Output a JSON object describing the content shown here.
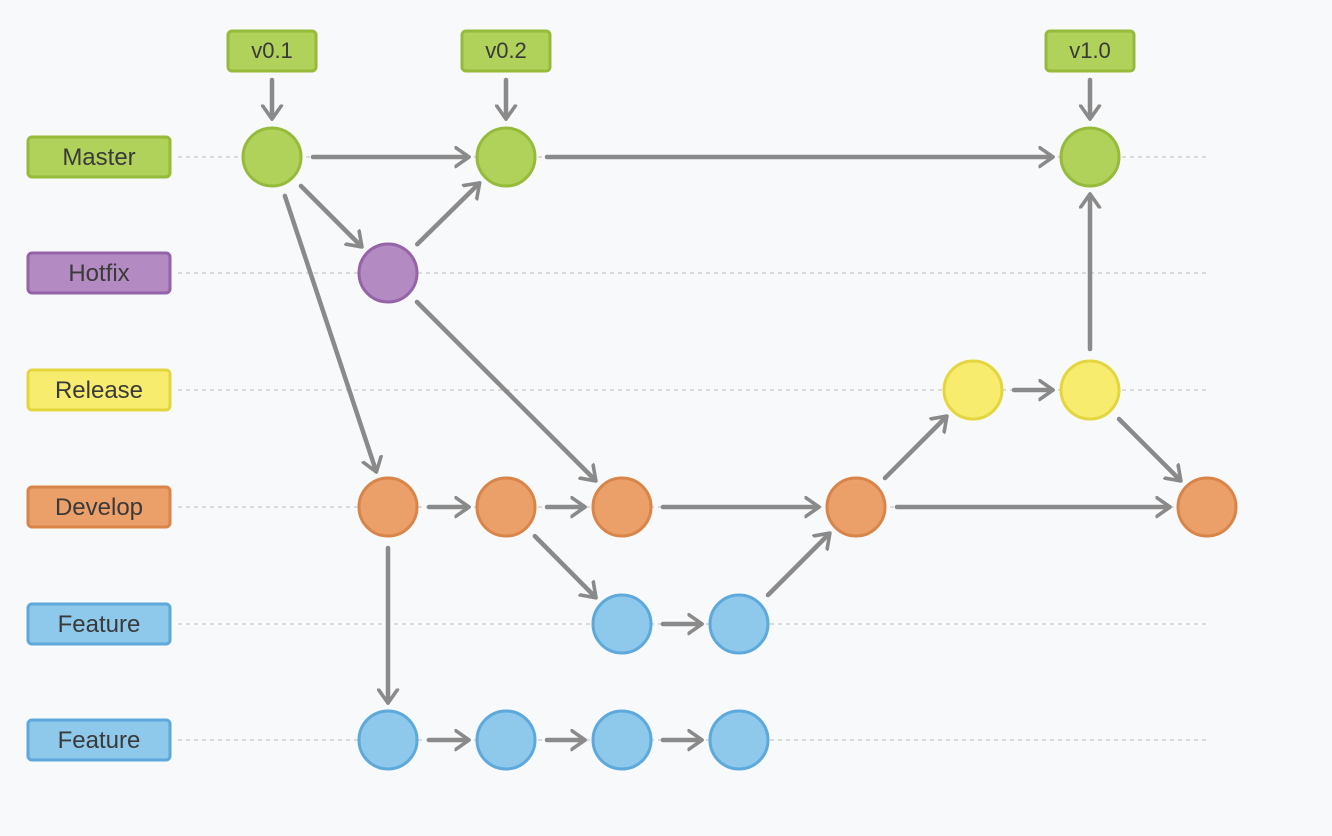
{
  "branches": [
    {
      "id": "master",
      "label": "Master",
      "fill": "#b0d15a",
      "stroke": "#96bb3b"
    },
    {
      "id": "hotfix",
      "label": "Hotfix",
      "fill": "#b48ac2",
      "stroke": "#9463a8"
    },
    {
      "id": "release",
      "label": "Release",
      "fill": "#f7ec6e",
      "stroke": "#e3d63f"
    },
    {
      "id": "develop",
      "label": "Develop",
      "fill": "#eba06a",
      "stroke": "#d9854a"
    },
    {
      "id": "feature1",
      "label": "Feature",
      "fill": "#8ec8ea",
      "stroke": "#5ea9dc"
    },
    {
      "id": "feature2",
      "label": "Feature",
      "fill": "#8ec8ea",
      "stroke": "#5ea9dc"
    }
  ],
  "tags": [
    {
      "id": "v01",
      "label": "v0.1",
      "commit": "m1"
    },
    {
      "id": "v02",
      "label": "v0.2",
      "commit": "m2"
    },
    {
      "id": "v10",
      "label": "v1.0",
      "commit": "m3"
    }
  ],
  "commits": [
    {
      "id": "m1",
      "branch": "master"
    },
    {
      "id": "m2",
      "branch": "master"
    },
    {
      "id": "m3",
      "branch": "master"
    },
    {
      "id": "h1",
      "branch": "hotfix"
    },
    {
      "id": "r1",
      "branch": "release"
    },
    {
      "id": "r2",
      "branch": "release"
    },
    {
      "id": "d1",
      "branch": "develop"
    },
    {
      "id": "d2",
      "branch": "develop"
    },
    {
      "id": "d3",
      "branch": "develop"
    },
    {
      "id": "d4",
      "branch": "develop"
    },
    {
      "id": "d5",
      "branch": "develop"
    },
    {
      "id": "fa1",
      "branch": "feature1"
    },
    {
      "id": "fa2",
      "branch": "feature1"
    },
    {
      "id": "fb1",
      "branch": "feature2"
    },
    {
      "id": "fb2",
      "branch": "feature2"
    },
    {
      "id": "fb3",
      "branch": "feature2"
    },
    {
      "id": "fb4",
      "branch": "feature2"
    }
  ],
  "edges": [
    [
      "m1",
      "m2"
    ],
    [
      "m2",
      "m3"
    ],
    [
      "m1",
      "h1"
    ],
    [
      "h1",
      "m2"
    ],
    [
      "m1",
      "d1"
    ],
    [
      "h1",
      "d3"
    ],
    [
      "d1",
      "d2"
    ],
    [
      "d2",
      "d3"
    ],
    [
      "d3",
      "d4"
    ],
    [
      "d4",
      "d5"
    ],
    [
      "d1",
      "fb1"
    ],
    [
      "fb1",
      "fb2"
    ],
    [
      "fb2",
      "fb3"
    ],
    [
      "fb3",
      "fb4"
    ],
    [
      "d2",
      "fa1"
    ],
    [
      "fa1",
      "fa2"
    ],
    [
      "fa2",
      "d4"
    ],
    [
      "d4",
      "r1"
    ],
    [
      "r1",
      "r2"
    ],
    [
      "r2",
      "m3"
    ],
    [
      "r2",
      "d5"
    ]
  ],
  "colors": {
    "arrow": "#8a8a8a",
    "laneLine": "#c9c9c9",
    "background": "#f8f9fb",
    "tagFill": "#b0d15a",
    "tagStroke": "#96bb3b"
  }
}
